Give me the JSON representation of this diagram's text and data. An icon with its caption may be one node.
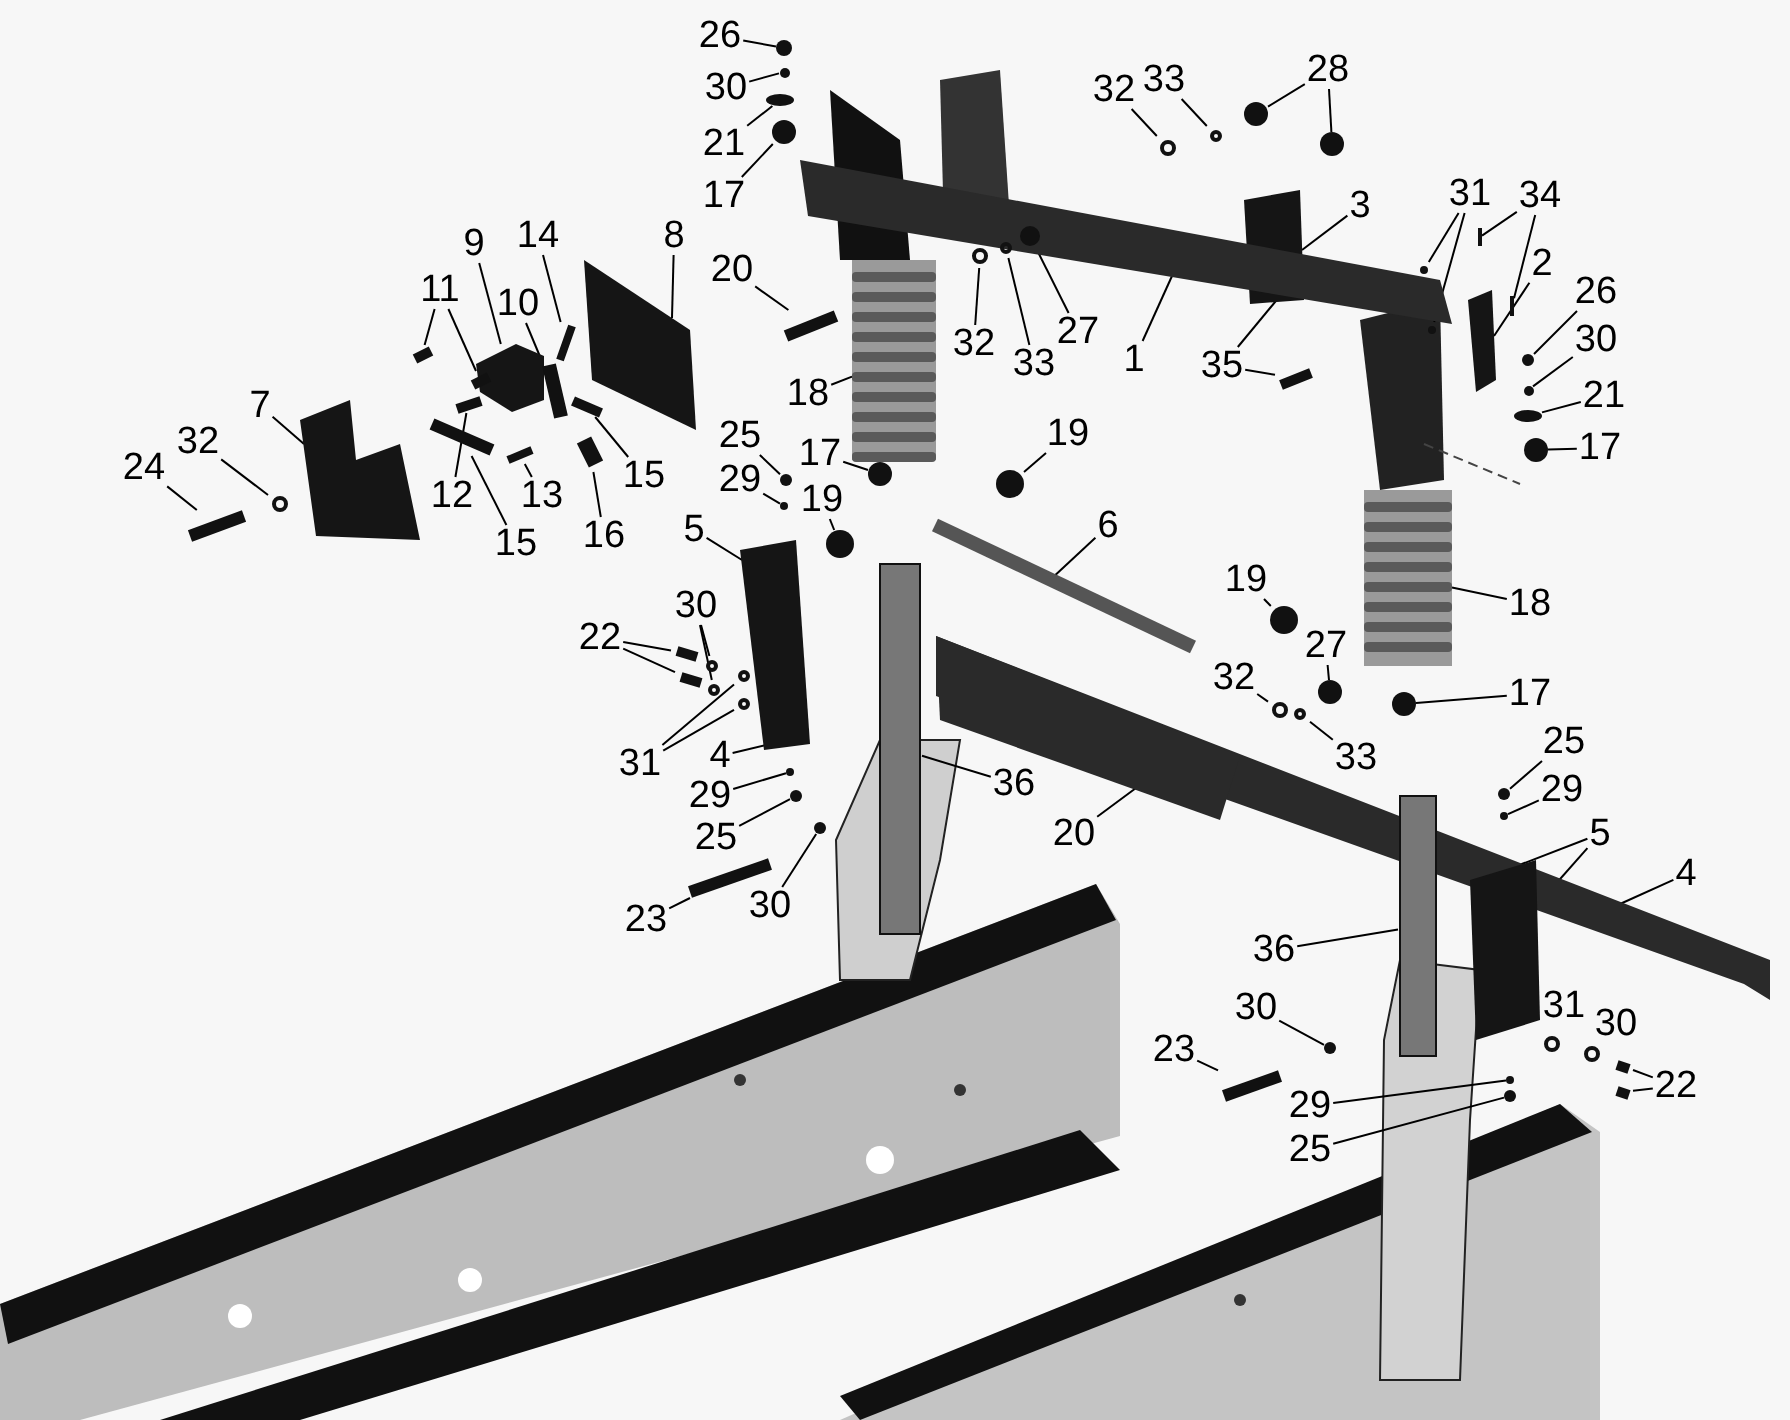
{
  "diagram": {
    "nodes": [
      {
        "text": [
          "26"
        ]
      },
      {
        "text": [
          "30"
        ]
      },
      {
        "text": [
          "21"
        ]
      },
      {
        "text": [
          "17"
        ]
      },
      {
        "text": [
          "20"
        ]
      },
      {
        "text": [
          "18"
        ]
      },
      {
        "text": [
          "17"
        ]
      },
      {
        "text": [
          "25"
        ]
      },
      {
        "text": [
          "29"
        ]
      },
      {
        "text": [
          "19"
        ]
      },
      {
        "text": [
          "9"
        ]
      },
      {
        "text": [
          "14"
        ]
      },
      {
        "text": [
          "11"
        ]
      },
      {
        "text": [
          "10"
        ]
      },
      {
        "text": [
          "8"
        ]
      },
      {
        "text": [
          "7"
        ]
      },
      {
        "text": [
          "32"
        ]
      },
      {
        "text": [
          "24"
        ]
      },
      {
        "text": [
          "12"
        ]
      },
      {
        "text": [
          "15"
        ]
      },
      {
        "text": [
          "13"
        ]
      },
      {
        "text": [
          "15"
        ]
      },
      {
        "text": [
          "16"
        ]
      },
      {
        "text": [
          "5"
        ]
      },
      {
        "text": [
          "32"
        ]
      },
      {
        "text": [
          "33"
        ]
      },
      {
        "text": [
          "28"
        ]
      },
      {
        "text": [
          "3"
        ]
      },
      {
        "text": [
          "1"
        ]
      },
      {
        "text": [
          "32"
        ]
      },
      {
        "text": [
          "33"
        ]
      },
      {
        "text": [
          "27"
        ]
      },
      {
        "text": [
          "35"
        ]
      },
      {
        "text": [
          "31"
        ]
      },
      {
        "text": [
          "34"
        ]
      },
      {
        "text": [
          "2"
        ]
      },
      {
        "text": [
          "26"
        ]
      },
      {
        "text": [
          "30"
        ]
      },
      {
        "text": [
          "21"
        ]
      },
      {
        "text": [
          "17"
        ]
      },
      {
        "text": [
          "19"
        ]
      },
      {
        "text": [
          "6"
        ]
      },
      {
        "text": [
          "19"
        ]
      },
      {
        "text": [
          "18"
        ]
      },
      {
        "text": [
          "27"
        ]
      },
      {
        "text": [
          "32"
        ]
      },
      {
        "text": [
          "33"
        ]
      },
      {
        "text": [
          "17"
        ]
      },
      {
        "text": [
          "25"
        ]
      },
      {
        "text": [
          "29"
        ]
      },
      {
        "text": [
          "30"
        ]
      },
      {
        "text": [
          "22"
        ]
      },
      {
        "text": [
          "31"
        ]
      },
      {
        "text": [
          "4"
        ]
      },
      {
        "text": [
          "29"
        ]
      },
      {
        "text": [
          "25"
        ]
      },
      {
        "text": [
          "23"
        ]
      },
      {
        "text": [
          "30"
        ]
      },
      {
        "text": [
          "36"
        ]
      },
      {
        "text": [
          "20"
        ]
      },
      {
        "text": [
          "5"
        ]
      },
      {
        "text": [
          "4"
        ]
      },
      {
        "text": [
          "36"
        ]
      },
      {
        "text": [
          "22"
        ]
      },
      {
        "text": [
          "30"
        ]
      },
      {
        "text": [
          "23"
        ]
      },
      {
        "text": [
          "29"
        ]
      },
      {
        "text": [
          "25"
        ]
      },
      {
        "text": [],
        "shape": "circle"
      },
      {
        "text": [],
        "shape": "circle"
      },
      {
        "text": [],
        "shape": "circle"
      },
      {
        "text": [],
        "shape": "circle"
      },
      {
        "text": [],
        "shape": "bar"
      },
      {
        "text": [],
        "shape": "spring"
      },
      {
        "text": [],
        "shape": "circle"
      },
      {
        "text": [],
        "shape": "circle"
      },
      {
        "text": [],
        "shape": "circle"
      },
      {
        "text": [],
        "shape": "circle"
      },
      {
        "text": [],
        "shape": "plate"
      },
      {
        "text": [],
        "shape": "bar"
      },
      {
        "text": [],
        "shape": "bar"
      },
      {
        "text": [],
        "shape": "bar"
      },
      {
        "text": [],
        "shape": "bar"
      },
      {
        "text": [],
        "shape": "plate"
      },
      {
        "text": [],
        "shape": "plate"
      },
      {
        "text": [],
        "shape": "ring"
      },
      {
        "text": [],
        "shape": "bar"
      },
      {
        "text": [],
        "shape": "bar"
      },
      {
        "text": [],
        "shape": "bar"
      },
      {
        "text": [],
        "shape": "bar"
      },
      {
        "text": [],
        "shape": "bar"
      },
      {
        "text": [],
        "shape": "bar"
      },
      {
        "text": [],
        "shape": "plate"
      },
      {
        "text": [],
        "shape": "ring"
      },
      {
        "text": [],
        "shape": "ring"
      },
      {
        "text": [],
        "shape": "circle"
      },
      {
        "text": [],
        "shape": "circle"
      },
      {
        "text": [],
        "shape": "plate"
      },
      {
        "text": [],
        "shape": "beam"
      },
      {
        "text": [],
        "shape": "ring"
      },
      {
        "text": [],
        "shape": "ring",
        "in": 98
      },
      {
        "text": [],
        "shape": "circle",
        "in": 98
      },
      {
        "text": [],
        "shape": "bar"
      },
      {
        "text": [],
        "shape": "ring"
      },
      {
        "text": [],
        "shape": "ring"
      },
      {
        "text": [],
        "shape": "bar"
      },
      {
        "text": [],
        "shape": "bar"
      },
      {
        "text": [],
        "shape": "plate"
      },
      {
        "text": [],
        "shape": "circle"
      },
      {
        "text": [],
        "shape": "circle"
      },
      {
        "text": [],
        "shape": "circle"
      },
      {
        "text": [],
        "shape": "circle"
      },
      {
        "text": [],
        "shape": "circle"
      },
      {
        "text": [],
        "shape": "rod"
      },
      {
        "text": [],
        "shape": "circle"
      },
      {
        "text": [],
        "shape": "spring"
      },
      {
        "text": [],
        "shape": "circle"
      },
      {
        "text": [],
        "shape": "ring"
      },
      {
        "text": [],
        "shape": "ring"
      },
      {
        "text": [],
        "shape": "circle"
      },
      {
        "text": [],
        "shape": "circle"
      },
      {
        "text": [],
        "shape": "circle"
      },
      {
        "text": [],
        "shape": "ring"
      },
      {
        "text": [],
        "shape": "ring"
      },
      {
        "text": [],
        "shape": "bar"
      },
      {
        "text": [],
        "shape": "bar"
      },
      {
        "text": [],
        "shape": "ring"
      },
      {
        "text": [],
        "shape": "ring"
      },
      {
        "text": [],
        "shape": "circle"
      },
      {
        "text": [],
        "shape": "circle"
      },
      {
        "text": [],
        "shape": "bar"
      },
      {
        "text": [],
        "shape": "circle"
      },
      {
        "text": [],
        "shape": "cylinder"
      },
      {
        "text": [],
        "shape": "beam",
        "in": 134
      },
      {
        "text": [],
        "shape": "beam"
      },
      {
        "text": [],
        "shape": "plate"
      },
      {
        "text": [],
        "shape": "cylinder"
      },
      {
        "text": [],
        "shape": "bar"
      },
      {
        "text": [],
        "shape": "bar"
      },
      {
        "text": [],
        "shape": "circle"
      },
      {
        "text": [],
        "shape": "bar"
      },
      {
        "text": [],
        "shape": "circle"
      },
      {
        "text": [],
        "shape": "circle"
      }
    ],
    "edges": [
      {
        "from": 0,
        "to": 68,
        "arrow": "none"
      },
      {
        "from": 1,
        "to": 69,
        "arrow": "none"
      },
      {
        "from": 2,
        "to": 70,
        "arrow": "none"
      },
      {
        "from": 3,
        "to": 71,
        "arrow": "none"
      },
      {
        "from": 4,
        "to": 72,
        "arrow": "none"
      },
      {
        "from": 5,
        "to": 73,
        "arrow": "none"
      },
      {
        "from": 6,
        "to": 74,
        "arrow": "none"
      },
      {
        "from": 7,
        "to": 75,
        "arrow": "none"
      },
      {
        "from": 8,
        "to": 76,
        "arrow": "none"
      },
      {
        "from": 9,
        "to": 77,
        "arrow": "none"
      },
      {
        "from": 10,
        "to": 78,
        "arrow": "none"
      },
      {
        "from": 11,
        "to": 79,
        "arrow": "none"
      },
      {
        "from": 12,
        "to": 80,
        "arrow": "none"
      },
      {
        "from": 12,
        "to": 81,
        "arrow": "none"
      },
      {
        "from": 13,
        "to": 82,
        "arrow": "none"
      },
      {
        "from": 14,
        "to": 83,
        "arrow": "none"
      },
      {
        "from": 15,
        "to": 84,
        "arrow": "none"
      },
      {
        "from": 16,
        "to": 85,
        "arrow": "none"
      },
      {
        "from": 17,
        "to": 86,
        "arrow": "none"
      },
      {
        "from": 18,
        "to": 87,
        "arrow": "none"
      },
      {
        "from": 19,
        "to": 88,
        "arrow": "none"
      },
      {
        "from": 20,
        "to": 89,
        "arrow": "none"
      },
      {
        "from": 21,
        "to": 90,
        "arrow": "none"
      },
      {
        "from": 22,
        "to": 91,
        "arrow": "none"
      },
      {
        "from": 23,
        "to": 92,
        "arrow": "none"
      },
      {
        "from": 24,
        "to": 93,
        "arrow": "none"
      },
      {
        "from": 25,
        "to": 94,
        "arrow": "none"
      },
      {
        "from": 26,
        "to": 95,
        "arrow": "none"
      },
      {
        "from": 26,
        "to": 96,
        "arrow": "none"
      },
      {
        "from": 27,
        "to": 97,
        "arrow": "none"
      },
      {
        "from": 28,
        "to": 98,
        "arrow": "none"
      },
      {
        "from": 29,
        "to": 99,
        "arrow": "none"
      },
      {
        "from": 30,
        "to": 100,
        "arrow": "none"
      },
      {
        "from": 31,
        "to": 101,
        "arrow": "none"
      },
      {
        "from": 32,
        "to": 98,
        "arrow": "none"
      },
      {
        "from": 32,
        "to": 102,
        "arrow": "none"
      },
      {
        "from": 33,
        "to": 103,
        "arrow": "none"
      },
      {
        "from": 33,
        "to": 104,
        "arrow": "none"
      },
      {
        "from": 34,
        "to": 105,
        "arrow": "none"
      },
      {
        "from": 34,
        "to": 106,
        "arrow": "none"
      },
      {
        "from": 35,
        "to": 107,
        "arrow": "none"
      },
      {
        "from": 36,
        "to": 108,
        "arrow": "none"
      },
      {
        "from": 37,
        "to": 109,
        "arrow": "none"
      },
      {
        "from": 38,
        "to": 110,
        "arrow": "none"
      },
      {
        "from": 39,
        "to": 111,
        "arrow": "none"
      },
      {
        "from": 40,
        "to": 112,
        "arrow": "none"
      },
      {
        "from": 41,
        "to": 113,
        "arrow": "none"
      },
      {
        "from": 42,
        "to": 114,
        "arrow": "none"
      },
      {
        "from": 43,
        "to": 115,
        "arrow": "none"
      },
      {
        "from": 44,
        "to": 116,
        "arrow": "none"
      },
      {
        "from": 45,
        "to": 117,
        "arrow": "none"
      },
      {
        "from": 46,
        "to": 118,
        "arrow": "none"
      },
      {
        "from": 47,
        "to": 119,
        "arrow": "none"
      },
      {
        "from": 48,
        "to": 120,
        "arrow": "none"
      },
      {
        "from": 49,
        "to": 121,
        "arrow": "none"
      },
      {
        "from": 50,
        "to": 122,
        "arrow": "none"
      },
      {
        "from": 50,
        "to": 123,
        "arrow": "none"
      },
      {
        "from": 51,
        "to": 124,
        "arrow": "none"
      },
      {
        "from": 51,
        "to": 125,
        "arrow": "none"
      },
      {
        "from": 52,
        "to": 126,
        "arrow": "none"
      },
      {
        "from": 52,
        "to": 127,
        "arrow": "none"
      },
      {
        "from": 53,
        "to": 92,
        "arrow": "none"
      },
      {
        "from": 54,
        "to": 128,
        "arrow": "none"
      },
      {
        "from": 55,
        "to": 129,
        "arrow": "none"
      },
      {
        "from": 56,
        "to": 130,
        "arrow": "none"
      },
      {
        "from": 57,
        "to": 131,
        "arrow": "none"
      },
      {
        "from": 58,
        "to": 132,
        "arrow": "none"
      },
      {
        "from": 59,
        "to": 133,
        "arrow": "none"
      },
      {
        "from": 60,
        "to": 135,
        "arrow": "none"
      },
      {
        "from": 60,
        "to": 135,
        "arrow": "none"
      },
      {
        "from": 61,
        "to": 134,
        "arrow": "none"
      },
      {
        "from": 62,
        "to": 136,
        "arrow": "none"
      },
      {
        "from": 63,
        "to": 137,
        "arrow": "none"
      },
      {
        "from": 63,
        "to": 138,
        "arrow": "none"
      },
      {
        "from": 64,
        "to": 139,
        "arrow": "none"
      },
      {
        "from": 65,
        "to": 140,
        "arrow": "none"
      },
      {
        "from": 66,
        "to": 141,
        "arrow": "none"
      },
      {
        "from": 67,
        "to": 142,
        "arrow": "none"
      }
    ],
    "labels": [
      "31",
      "30"
    ]
  }
}
